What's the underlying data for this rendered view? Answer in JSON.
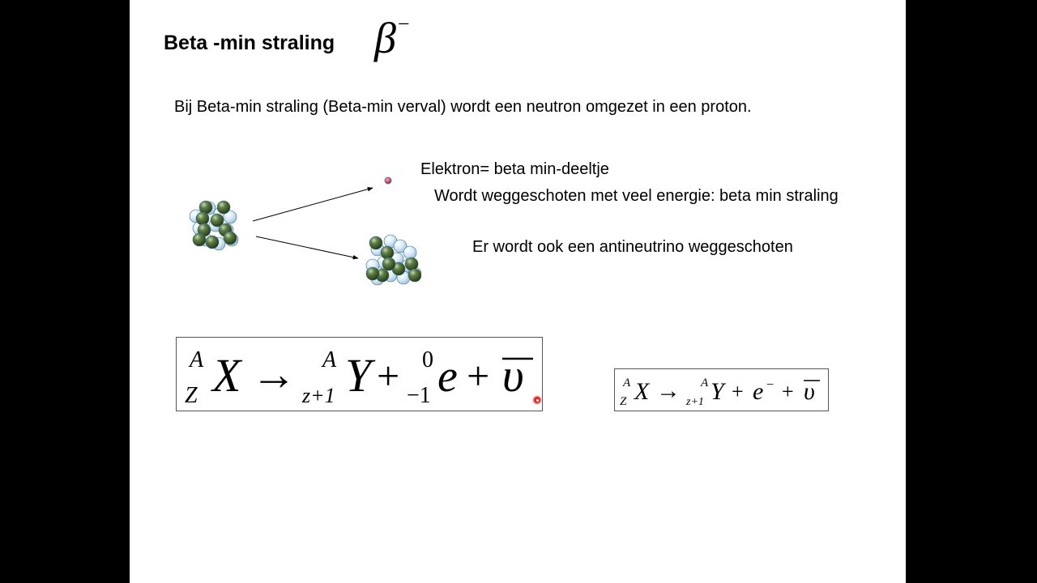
{
  "slide": {
    "title": "Beta -min straling",
    "title_symbol": {
      "base": "β",
      "superscript": "−"
    },
    "intro": "Bij Beta-min straling (Beta-min verval) wordt een neutron omgezet in een proton.",
    "labels": {
      "electron": "Elektron= beta min-deeltje",
      "energy": "Wordt weggeschoten met veel energie: beta min straling",
      "antineutrino": "Er wordt ook een antineutrino weggeschoten"
    },
    "formula_large": {
      "parent_mass": "A",
      "parent_atomic": "Z",
      "parent_symbol": "X",
      "arrow": "→",
      "daughter_mass": "A",
      "daughter_atomic": "z+1",
      "daughter_symbol": "Y",
      "plus1": "+",
      "electron_mass": "0",
      "electron_atomic": "−1",
      "electron_symbol": "e",
      "plus2": "+",
      "antineutrino_symbol": "υ"
    },
    "formula_small": {
      "parent_mass": "A",
      "parent_atomic": "Z",
      "parent_symbol": "X",
      "arrow": "→",
      "daughter_mass": "A",
      "daughter_atomic": "z+1",
      "daughter_symbol": "Y",
      "plus1": "+",
      "electron_symbol": "e",
      "electron_charge": "−",
      "plus2": "+",
      "antineutrino_symbol": "υ"
    },
    "colors": {
      "background": "#000000",
      "slide": "#ffffff",
      "neutron": "#3f5e2a",
      "proton": "#cfe6f5",
      "electron": "#d6405a",
      "pointer": "#e3262a"
    }
  }
}
